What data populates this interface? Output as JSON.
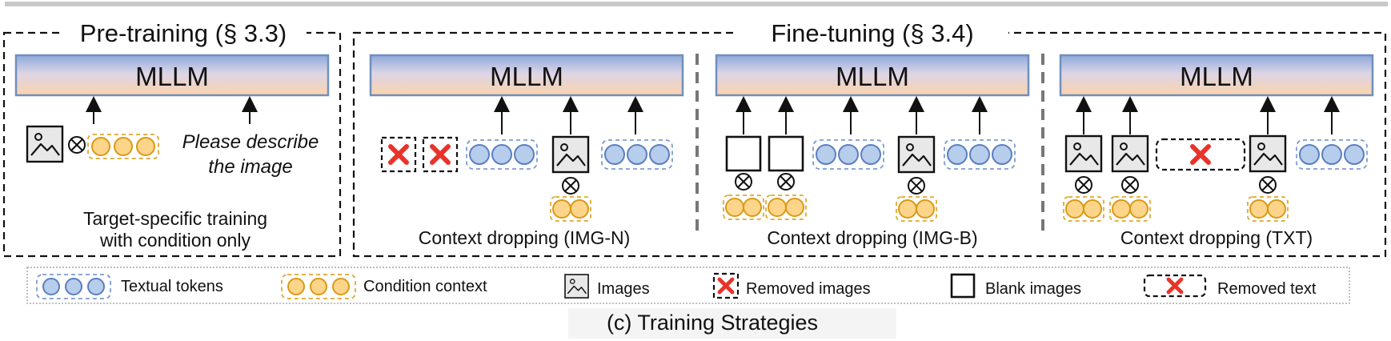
{
  "header": {
    "pretraining_title": "Pre-training  (§ 3.3)",
    "finetuning_title": "Fine-tuning  (§ 3.4)"
  },
  "model": {
    "label": "MLLM"
  },
  "pretraining": {
    "prompt_line1": "Please describe",
    "prompt_line2": "the image",
    "caption_line1": "Target-specific training",
    "caption_line2": "with condition only"
  },
  "finetuning": {
    "panels": [
      {
        "caption": "Context dropping (IMG-N)"
      },
      {
        "caption": "Context dropping (IMG-B)"
      },
      {
        "caption": "Context dropping (TXT)"
      }
    ]
  },
  "legend": {
    "textual_tokens": "Textual tokens",
    "condition_context": "Condition context",
    "images": "Images",
    "removed_images": "Removed images",
    "blank_images": "Blank images",
    "removed_text": "Removed text"
  },
  "figure_caption": "(c) Training Strategies",
  "colors": {
    "token_fill": "#b7cdec",
    "token_stroke": "#5b7fc0",
    "condition_fill": "#fdd58a",
    "condition_stroke": "#d99a16",
    "removed_mark": "#e8332a",
    "model_gradient_top": "#8ea9db",
    "model_gradient_bottom": "#fbd3ad"
  }
}
